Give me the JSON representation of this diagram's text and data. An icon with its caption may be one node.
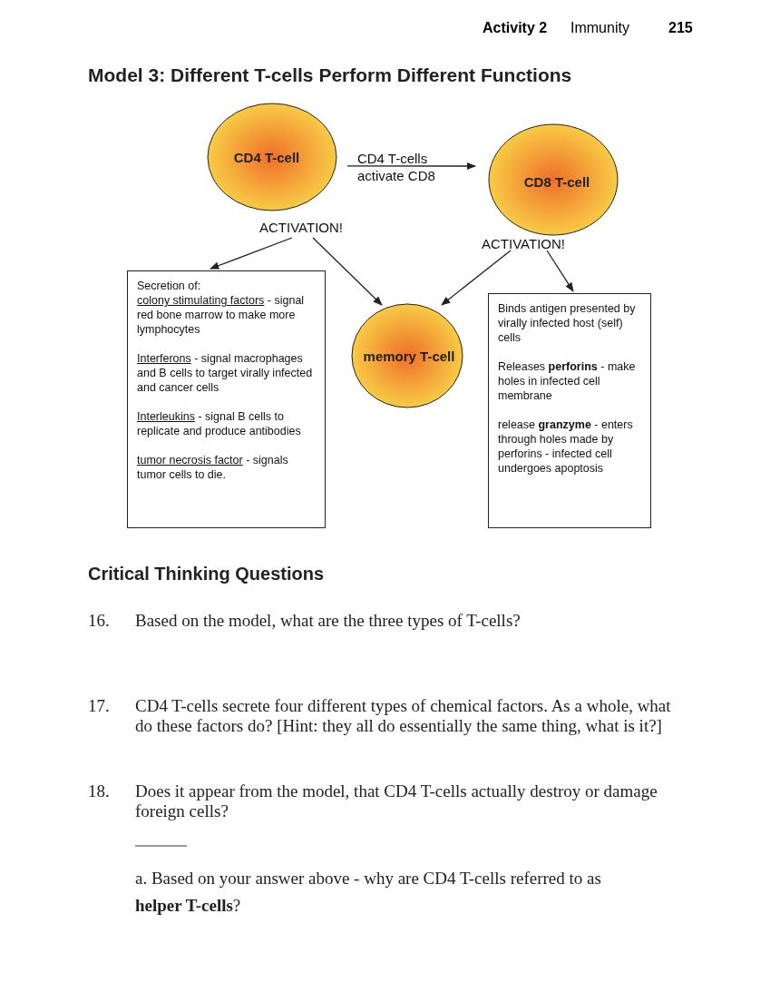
{
  "diagram": {
    "title": "Model 3: Different T-cells Perform Different Functions",
    "nodes": [
      {
        "text": [
          "CD4 T-cell"
        ]
      },
      {
        "text": [
          "CD8 T-cell"
        ]
      },
      {
        "text": [
          "ACTIVATION!"
        ]
      },
      {
        "text": [
          "ACTIVATION!"
        ]
      },
      {
        "text": [
          "Secretion of:",
          "colony stimulating factors - signal red bone marrow to make more lymphocytes",
          "Interferons - signal macrophages and B cells to target virally infected and cancer cells",
          "Interleukins - signal B cells to replicate and produce antibodies",
          "tumor necrosis factor - signals tumor cells to die."
        ]
      },
      {
        "text": [
          "memory T-cell"
        ]
      },
      {
        "text": [
          "Binds antigen presented by virally infected host (self) cells",
          "Releases **perforins** - make holes in infected cell membrane",
          "release **granzyme** - enters through holes made by perforins - infected cell undergoes apoptosis"
        ]
      }
    ],
    "edges": [
      {
        "from": 0,
        "to": 1,
        "arrow": "to",
        "label": "CD4 T-cells activate CD8"
      },
      {
        "from": 2,
        "to": 4,
        "arrow": "to"
      },
      {
        "from": 2,
        "to": 5,
        "arrow": "to"
      },
      {
        "from": 3,
        "to": 5,
        "arrow": "to"
      },
      {
        "from": 3,
        "to": 6,
        "arrow": "to"
      }
    ],
    "labels": [
      "Activity 2",
      "Immunity",
      "215",
      "Critical Thinking Questions",
      "16.",
      "Based on the model, what are the three types of T-cells?",
      "17.",
      "CD4 T-cells secrete four different types of chemical factors. As a whole, what do these factors do? [Hint: they all do essentially the same thing, what is it?]",
      "18.",
      "Does it appear from the model, that CD4 T-cells actually destroy or damage foreign cells?",
      "a. Based on your answer above - why are CD4 T-cells referred to as **helper T-cells**?"
    ]
  }
}
